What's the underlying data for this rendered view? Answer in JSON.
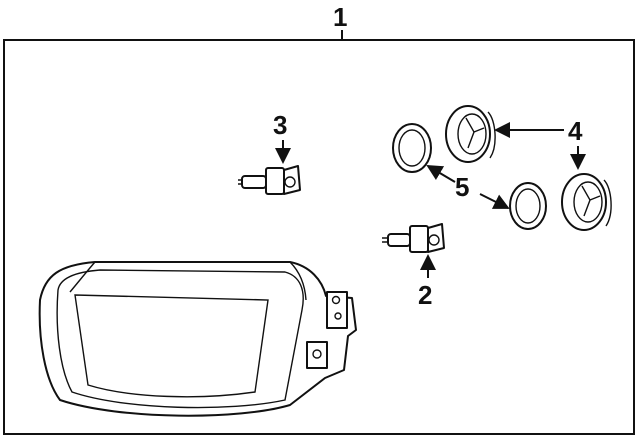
{
  "diagram": {
    "callouts": {
      "assembly": "1",
      "low_beam_bulb": "2",
      "high_beam_bulb": "3",
      "cap": "4",
      "seal": "5"
    }
  }
}
